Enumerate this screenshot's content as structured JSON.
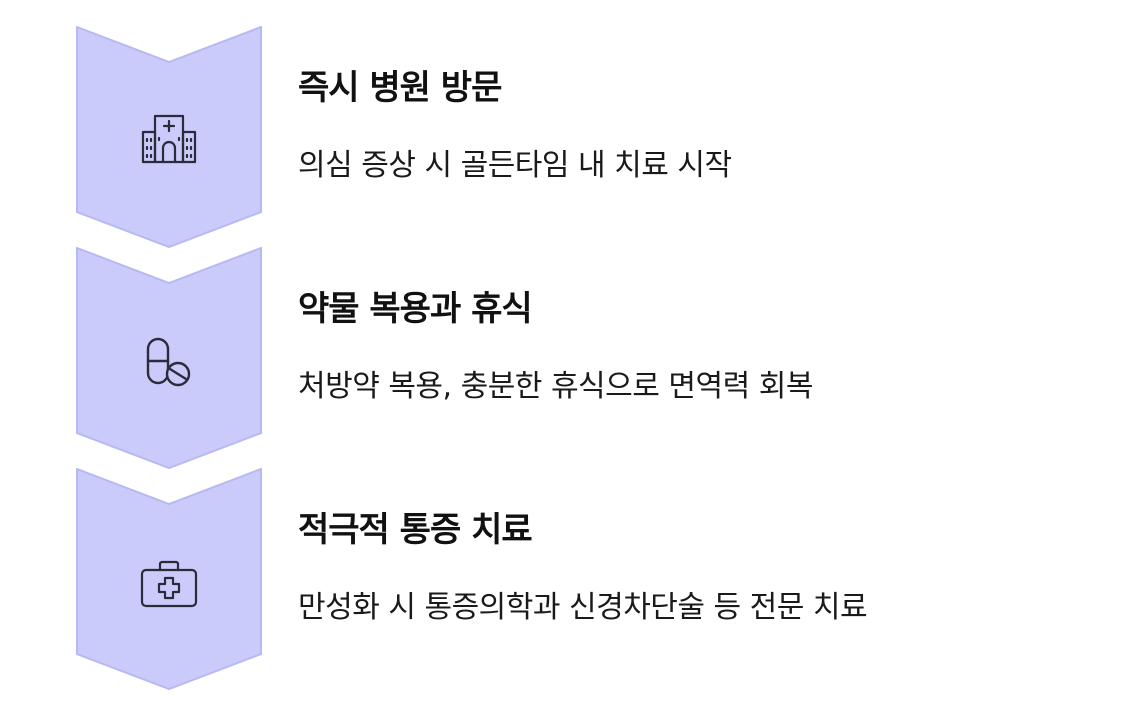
{
  "colors": {
    "chevron_fill": "#cacbfa",
    "chevron_stroke": "#b7b9f2",
    "icon_stroke": "#2b2b3a",
    "title_text": "#111111",
    "desc_text": "#1a1a1a"
  },
  "steps": [
    {
      "icon": "hospital-icon",
      "title": "즉시 병원 방문",
      "description": "의심 증상 시 골든타임 내 치료 시작"
    },
    {
      "icon": "pill-icon",
      "title": "약물 복용과 휴식",
      "description": "처방약 복용, 충분한 휴식으로 면역력 회복"
    },
    {
      "icon": "first-aid-kit-icon",
      "title": "적극적 통증 치료",
      "description": "만성화 시 통증의학과 신경차단술 등 전문 치료"
    }
  ]
}
